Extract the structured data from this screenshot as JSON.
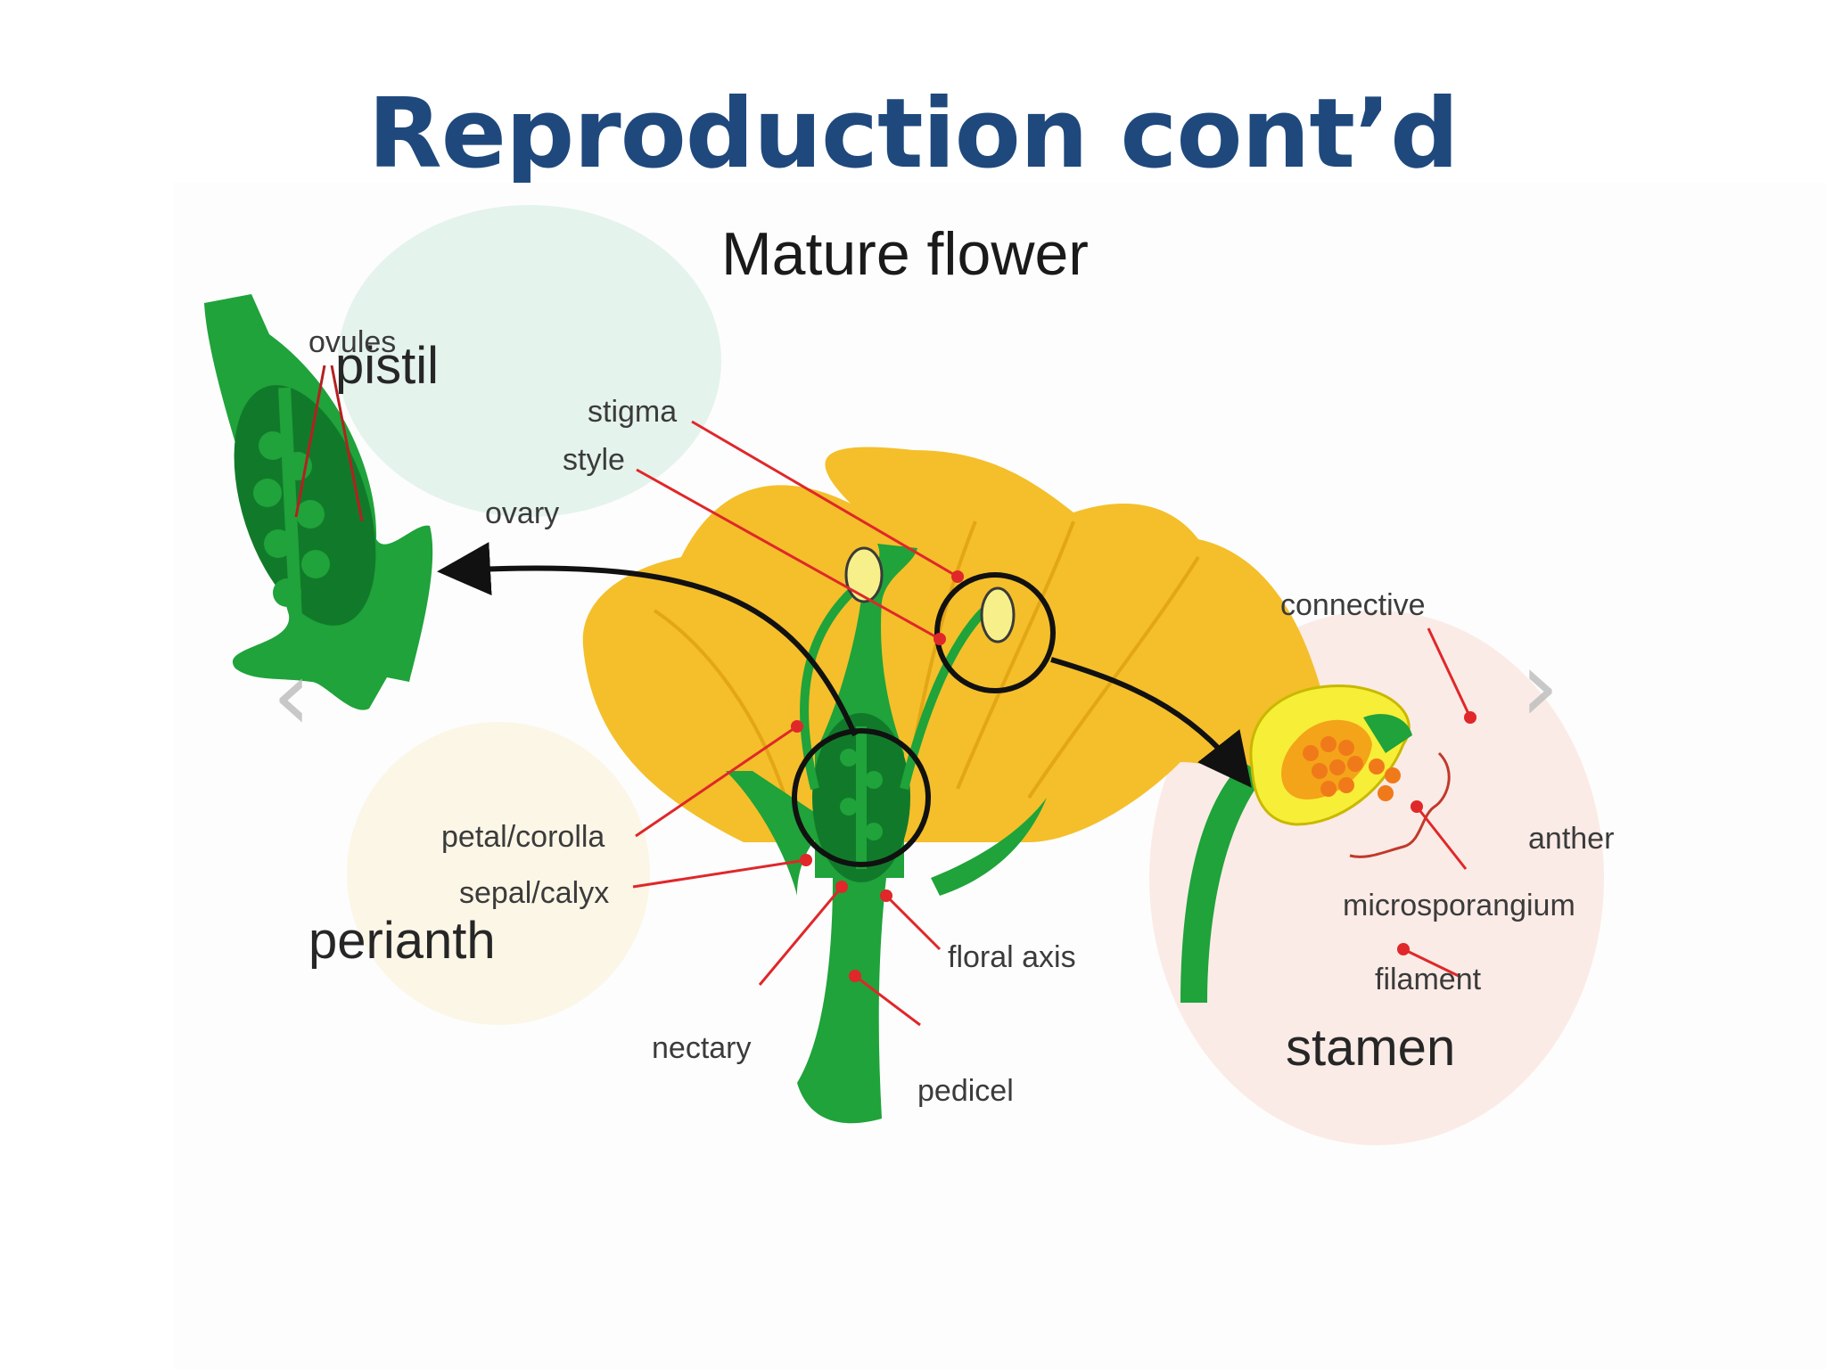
{
  "slide": {
    "title": "Reproduction cont’d"
  },
  "diagram": {
    "heading": "Mature flower",
    "groups": {
      "pistil": "pistil",
      "perianth": "perianth",
      "stamen": "stamen"
    },
    "labels": {
      "ovules": "ovules",
      "stigma": "stigma",
      "style": "style",
      "ovary": "ovary",
      "petal": "petal/corolla",
      "sepal": "sepal/calyx",
      "nectary": "nectary",
      "floral_axis": "floral axis",
      "pedicel": "pedicel",
      "connective": "connective",
      "anther": "anther",
      "microsporangium": "microsporangium",
      "filament": "filament"
    },
    "colors": {
      "title": "#1f497d",
      "petal": "#f4bf2a",
      "green": "#1fa33a",
      "dark_green": "#117a2a",
      "leader_line": "#e0272a",
      "pistil_bubble": "#e4f3ec",
      "perianth_bubble": "#fbf6e6",
      "stamen_bubble": "#fbebe6"
    }
  },
  "nav": {
    "prev_icon": "chevron-left-icon",
    "next_icon": "chevron-right-icon"
  }
}
